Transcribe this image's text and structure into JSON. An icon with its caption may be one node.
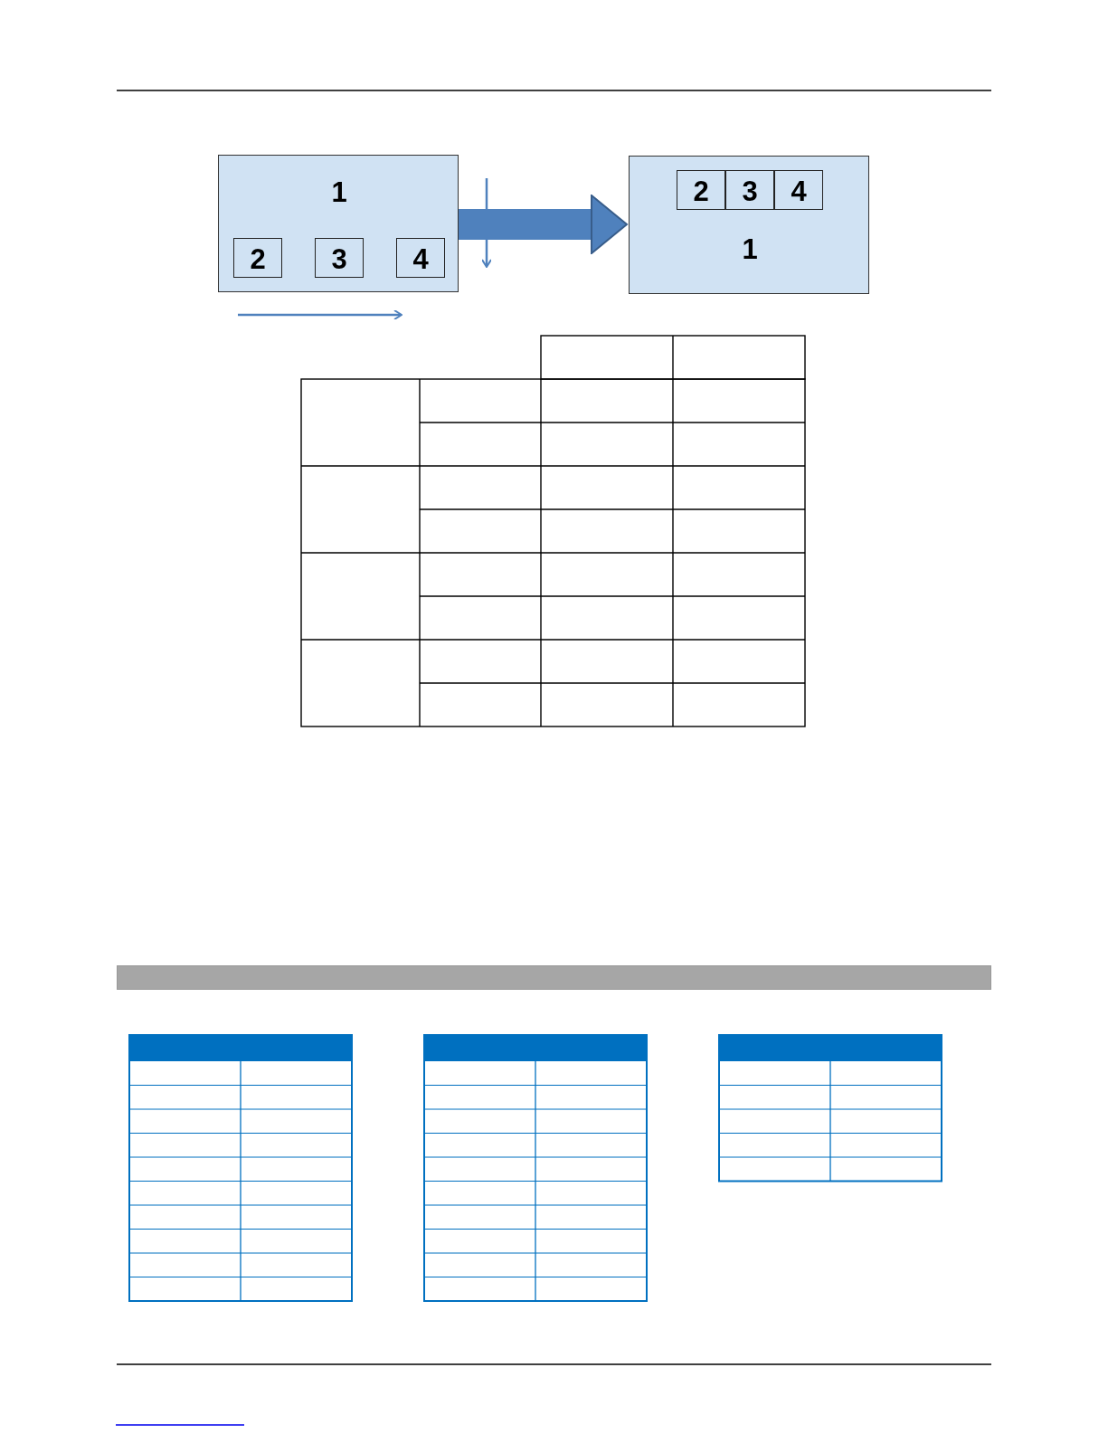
{
  "diagram": {
    "nodes": [
      {
        "text": [
          "1"
        ]
      },
      {
        "text": [
          "2"
        ],
        "in": 0
      },
      {
        "text": [
          "3"
        ],
        "in": 0
      },
      {
        "text": [
          "4"
        ],
        "in": 0
      },
      {
        "text": [
          "1"
        ]
      },
      {
        "text": [
          "2"
        ],
        "in": 4
      },
      {
        "text": [
          "3"
        ],
        "in": 4
      },
      {
        "text": [
          "4"
        ],
        "in": 4
      },
      {
        "text": [],
        "shape": "bar"
      }
    ],
    "edges": [
      {
        "from": 0,
        "to": 4,
        "arrow": "to"
      }
    ]
  }
}
